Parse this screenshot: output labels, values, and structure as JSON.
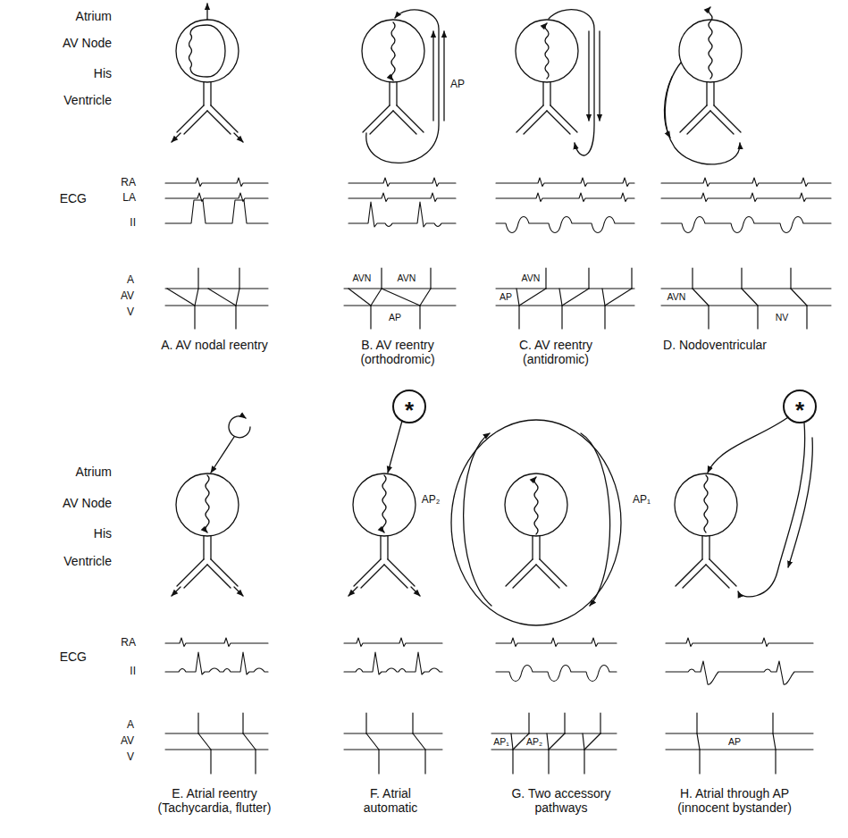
{
  "diagram": {
    "labels": [
      "Atrium",
      "AV Node",
      "His",
      "Ventricle",
      "ECG",
      "RA",
      "LA",
      "II",
      "A",
      "AV",
      "V",
      "AP",
      "AVN",
      "AVN",
      "AP",
      "AP",
      "AVN",
      "AVN",
      "NV",
      "A. AV nodal reentry",
      "B. AV reentry (orthodromic)",
      "C. AV reentry (antidromic)",
      "D. Nodoventricular",
      "Atrium",
      "AV Node",
      "His",
      "Ventricle",
      "ECG",
      "RA",
      "II",
      "A",
      "AV",
      "V",
      "*",
      "AP₂",
      "AP₁",
      "AP₁",
      "AP₂",
      "*",
      "AP",
      "E. Atrial reentry (Tachycardia, flutter)",
      "F. Atrial automatic",
      "G. Two accessory pathways",
      "H. Atrial through AP (innocent bystander)"
    ]
  }
}
